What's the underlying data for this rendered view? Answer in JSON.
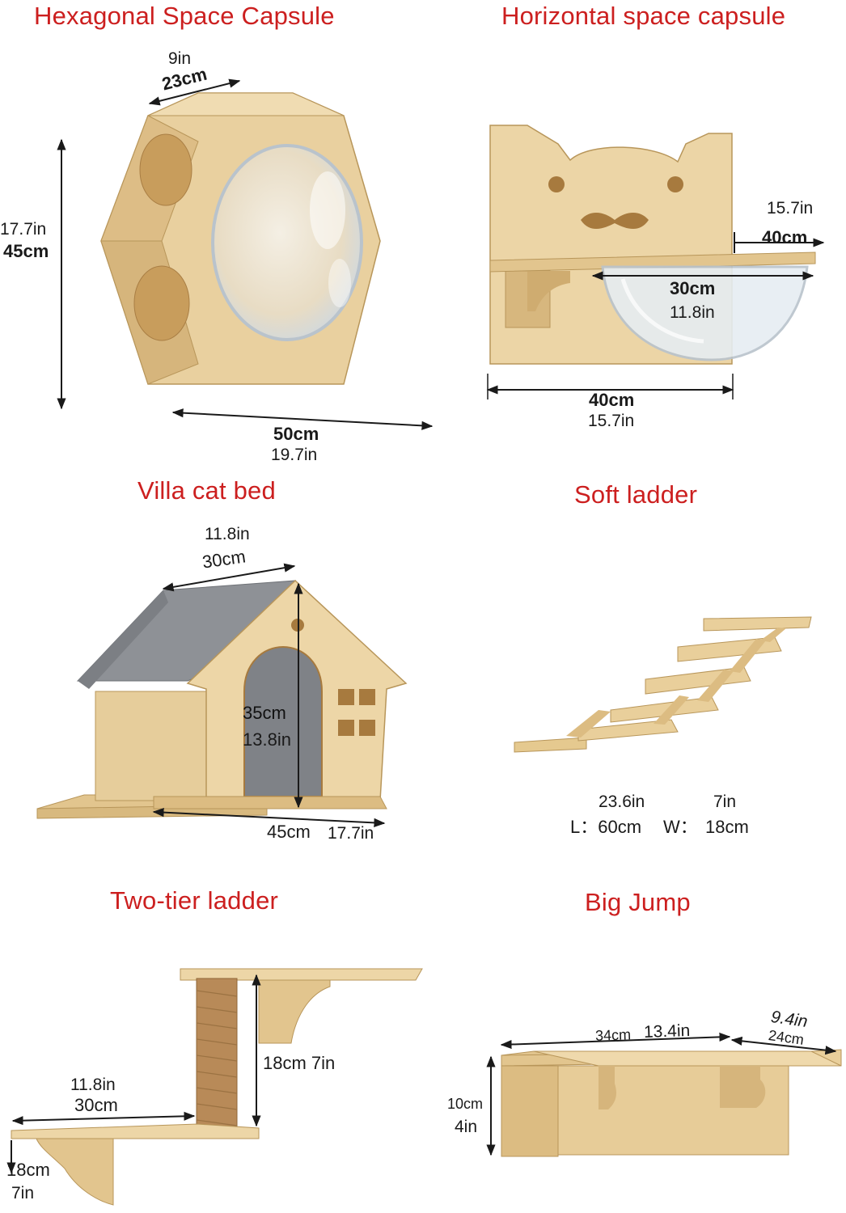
{
  "colors": {
    "title": "#cc1f1f",
    "wood": "#e8cf9e",
    "wood_dark": "#c9a86a",
    "wood_light": "#f1ddb3",
    "roof": "#8e9196",
    "rope": "#b88a58",
    "dome": "#dfe7ee"
  },
  "panels": {
    "hex": {
      "title": "Hexagonal Space Capsule",
      "width_in": "9in",
      "width_cm": "23cm",
      "height_in": "17.7in",
      "height_cm": "45cm",
      "length_cm": "50cm",
      "length_in": "19.7in"
    },
    "horizontal": {
      "title": "Horizontal space capsule",
      "depth_in": "15.7in",
      "depth_cm": "40cm",
      "dome_cm": "30cm",
      "dome_in": "11.8in",
      "width_cm": "40cm",
      "width_in": "15.7in"
    },
    "villa": {
      "title": "Villa cat bed",
      "width_in": "11.8in",
      "width_cm": "30cm",
      "height_cm": "35cm",
      "height_in": "13.8in",
      "length_cm": "45cm",
      "length_in": "17.7in"
    },
    "soft": {
      "title": "Soft ladder",
      "length_in": "23.6in",
      "width_in": "7in",
      "length_label": "L：60cm",
      "width_label": "W：",
      "width_cm": "18cm"
    },
    "twotier": {
      "title": "Two-tier ladder",
      "height_label": "18cm  7in",
      "width_in": "11.8in",
      "width_cm": "30cm",
      "depth_cm": "18cm",
      "depth_in": "7in"
    },
    "bigjump": {
      "title": "Big Jump",
      "length_cm": "34cm",
      "length_in": "13.4in",
      "depth_in": "9.4in",
      "depth_cm": "24cm",
      "height_cm": "10cm",
      "height_in": "4in"
    }
  }
}
